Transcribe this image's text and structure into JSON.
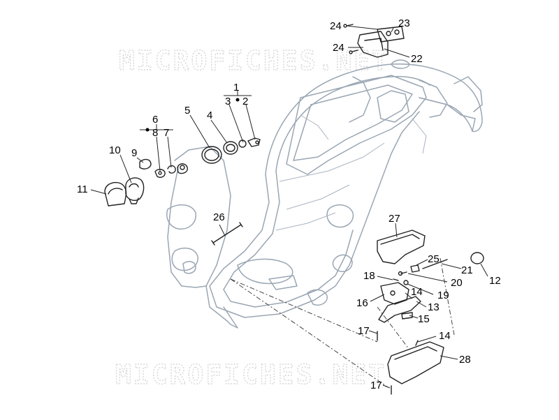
{
  "watermarks": [
    "MICROFICHES.NET",
    "MICROFICHES.NET"
  ],
  "callouts": [
    {
      "id": "1",
      "text": "1"
    },
    {
      "id": "2",
      "text": "2"
    },
    {
      "id": "3",
      "text": "3"
    },
    {
      "id": "4",
      "text": "4"
    },
    {
      "id": "5",
      "text": "5"
    },
    {
      "id": "6",
      "text": "6"
    },
    {
      "id": "7",
      "text": "7"
    },
    {
      "id": "8",
      "text": "8"
    },
    {
      "id": "9",
      "text": "9"
    },
    {
      "id": "10",
      "text": "10"
    },
    {
      "id": "11",
      "text": "11"
    },
    {
      "id": "12",
      "text": "12"
    },
    {
      "id": "13",
      "text": "13"
    },
    {
      "id": "14a",
      "text": "14"
    },
    {
      "id": "14b",
      "text": "14"
    },
    {
      "id": "15",
      "text": "15"
    },
    {
      "id": "16",
      "text": "16"
    },
    {
      "id": "17a",
      "text": "17"
    },
    {
      "id": "17b",
      "text": "17"
    },
    {
      "id": "18",
      "text": "18"
    },
    {
      "id": "19",
      "text": "19"
    },
    {
      "id": "20",
      "text": "20"
    },
    {
      "id": "21",
      "text": "21"
    },
    {
      "id": "22",
      "text": "22"
    },
    {
      "id": "23",
      "text": "23"
    },
    {
      "id": "24a",
      "text": "24"
    },
    {
      "id": "24b",
      "text": "24"
    },
    {
      "id": "25",
      "text": "25"
    },
    {
      "id": "26",
      "text": "26"
    },
    {
      "id": "27",
      "text": "27"
    },
    {
      "id": "28",
      "text": "28"
    }
  ],
  "colors": {
    "frame_outline": "#9aa6b3",
    "part_outline": "#222222",
    "watermark": "#d6d6d6"
  }
}
